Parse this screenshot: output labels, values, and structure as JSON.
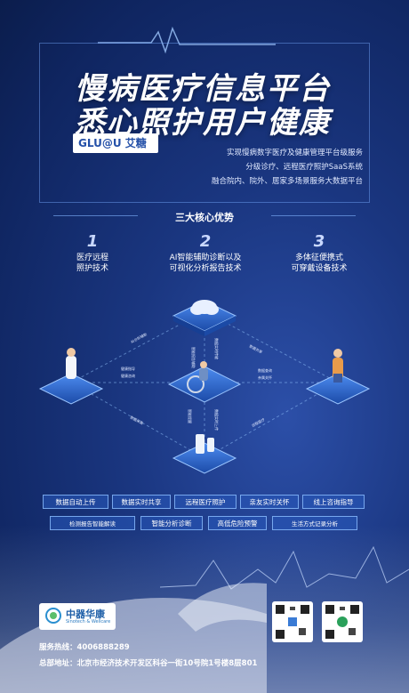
{
  "header": {
    "title_line1": "慢病医疗信息平台",
    "title_line2": "悉心照护用户健康",
    "brand_logo_text": "GLU@U 艾糖",
    "features": [
      "实现慢病数字医疗及健康管理平台级服务",
      "分级诊疗、远程医疗照护SaaS系统",
      "融合院内、院外、居家多场景服务大数据平台"
    ]
  },
  "core": {
    "title": "三大核心优势",
    "advantages": [
      {
        "num": "1",
        "text1": "医疗远程",
        "text2": "照护技术"
      },
      {
        "num": "2",
        "text1": "AI智能辅助诊断以及",
        "text2": "可视化分析报告技术"
      },
      {
        "num": "3",
        "text1": "多体征便携式",
        "text2": "可穿戴设备技术"
      }
    ]
  },
  "diagram": {
    "labels": [
      "AI分析辅助",
      "健康指导",
      "健康咨询",
      "智能报告辅助",
      "数据实时传输",
      "数据共享",
      "数据查询",
      "亲属关怀",
      "数据采集",
      "智能提醒",
      "远程医疗",
      "数据实时上传"
    ]
  },
  "tags": {
    "row1": [
      "数据自动上传",
      "数据实时共享",
      "远程医疗照护",
      "亲友实时关怀",
      "线上咨询指导"
    ],
    "row2": [
      "检测报告智能解读",
      "智能分析诊断",
      "高低危险预警",
      "生活方式记录分析"
    ]
  },
  "company": {
    "name": "中器华康",
    "sub": "Sinotech & Wellcare",
    "hotline": "服务热线：4006888289",
    "address": "总部地址：北京市经济技术开发区科谷一街10号院1号楼8层801"
  },
  "colors": {
    "background": "#1a3680",
    "accent": "#5aa0ff",
    "tag_border": "#8cbeff"
  }
}
